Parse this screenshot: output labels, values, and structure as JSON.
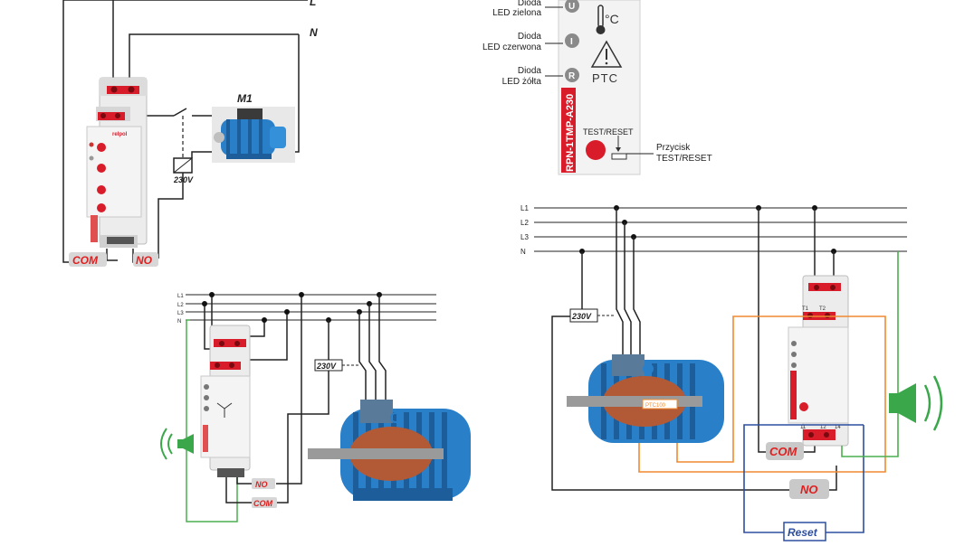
{
  "diagram1": {
    "line_L": "L",
    "line_N": "N",
    "motor_label": "M1",
    "contactor_voltage": "230V",
    "com_label": "COM",
    "no_label": "NO",
    "relpol_logo": "relpol"
  },
  "front_panel": {
    "green_led": "Dioda\nLED zielona",
    "red_led": "Dioda\nLED czerwona",
    "yellow_led": "Dioda\nLED żółta",
    "model": "RPN-1TMP-A230",
    "temp_unit": "°C",
    "ptc": "PTC",
    "test_reset": "TEST/RESET",
    "button_callout": "Przycisk\nTEST/RESET",
    "led_U": "U",
    "led_I": "I",
    "led_R": "R"
  },
  "diagram2": {
    "lines": [
      "L1",
      "L2",
      "L3",
      "N"
    ],
    "contactor_voltage": "230V",
    "no_label": "NO",
    "com_label": "COM"
  },
  "diagram3": {
    "lines": [
      "L1",
      "L2",
      "L3",
      "N"
    ],
    "contactor_voltage": "230V",
    "sensor": "PTC100",
    "com_label": "COM",
    "no_label": "NO",
    "reset_label": "Reset",
    "terminals_top": [
      "T1",
      "T2"
    ],
    "terminals_bottom": [
      "11",
      "12",
      "14"
    ]
  },
  "colors": {
    "wire": "#222222",
    "red_label": "#e02020",
    "green_signal": "#4caf50",
    "orange_sensor": "#f08a30",
    "blue_reset": "#2d4fa0",
    "motor_blue": "#2a7fc9",
    "label_bg": "#d7d7d7",
    "relay_red": "#d91c2a"
  }
}
